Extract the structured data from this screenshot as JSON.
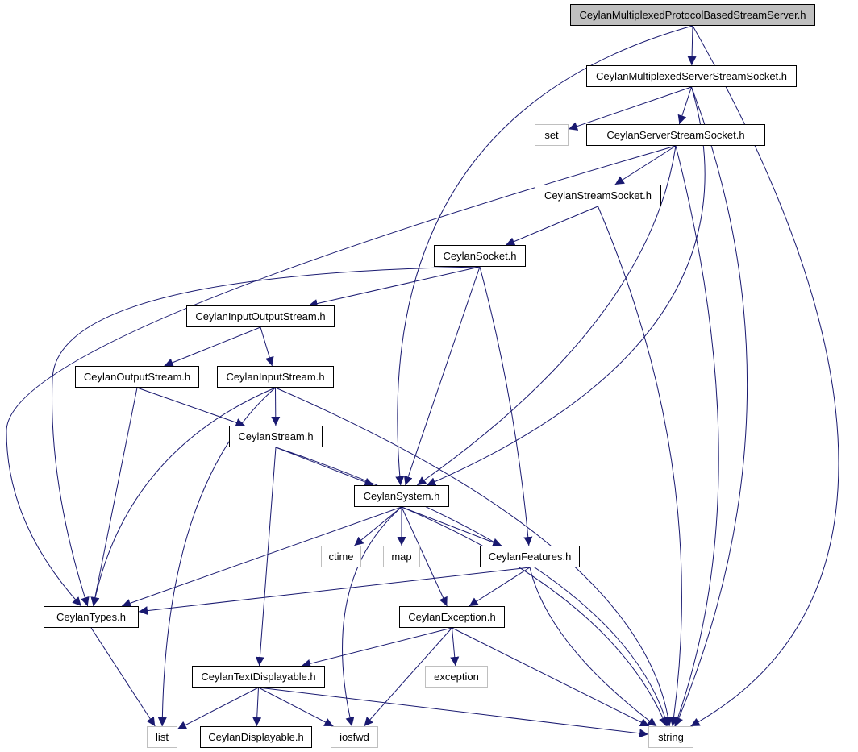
{
  "graph": {
    "nodes": [
      {
        "id": "root",
        "label": "CeylanMultiplexedProtocolBasedStreamServer.h",
        "kind": "root"
      },
      {
        "id": "msss",
        "label": "CeylanMultiplexedServerStreamSocket.h",
        "kind": "file"
      },
      {
        "id": "set",
        "label": "set",
        "kind": "system"
      },
      {
        "id": "sss",
        "label": "CeylanServerStreamSocket.h",
        "kind": "file"
      },
      {
        "id": "ss",
        "label": "CeylanStreamSocket.h",
        "kind": "file"
      },
      {
        "id": "sock",
        "label": "CeylanSocket.h",
        "kind": "file"
      },
      {
        "id": "ios",
        "label": "CeylanInputOutputStream.h",
        "kind": "file"
      },
      {
        "id": "os",
        "label": "CeylanOutputStream.h",
        "kind": "file"
      },
      {
        "id": "is",
        "label": "CeylanInputStream.h",
        "kind": "file"
      },
      {
        "id": "stream",
        "label": "CeylanStream.h",
        "kind": "file"
      },
      {
        "id": "system",
        "label": "CeylanSystem.h",
        "kind": "file"
      },
      {
        "id": "ctime",
        "label": "ctime",
        "kind": "system"
      },
      {
        "id": "map",
        "label": "map",
        "kind": "system"
      },
      {
        "id": "features",
        "label": "CeylanFeatures.h",
        "kind": "file"
      },
      {
        "id": "types",
        "label": "CeylanTypes.h",
        "kind": "file"
      },
      {
        "id": "exception",
        "label": "CeylanException.h",
        "kind": "file"
      },
      {
        "id": "stdexc",
        "label": "exception",
        "kind": "system"
      },
      {
        "id": "textdisp",
        "label": "CeylanTextDisplayable.h",
        "kind": "file"
      },
      {
        "id": "list",
        "label": "list",
        "kind": "system"
      },
      {
        "id": "disp",
        "label": "CeylanDisplayable.h",
        "kind": "file"
      },
      {
        "id": "iosfwd",
        "label": "iosfwd",
        "kind": "system"
      },
      {
        "id": "string",
        "label": "string",
        "kind": "system"
      }
    ],
    "edges": [
      [
        "root",
        "msss"
      ],
      [
        "root",
        "system"
      ],
      [
        "root",
        "string"
      ],
      [
        "msss",
        "set"
      ],
      [
        "msss",
        "sss"
      ],
      [
        "msss",
        "system"
      ],
      [
        "msss",
        "string"
      ],
      [
        "sss",
        "ss"
      ],
      [
        "sss",
        "types"
      ],
      [
        "sss",
        "system"
      ],
      [
        "sss",
        "string"
      ],
      [
        "ss",
        "sock"
      ],
      [
        "ss",
        "string"
      ],
      [
        "sock",
        "ios"
      ],
      [
        "sock",
        "types"
      ],
      [
        "sock",
        "system"
      ],
      [
        "sock",
        "features"
      ],
      [
        "ios",
        "os"
      ],
      [
        "ios",
        "is"
      ],
      [
        "os",
        "stream"
      ],
      [
        "os",
        "types"
      ],
      [
        "is",
        "stream"
      ],
      [
        "is",
        "types"
      ],
      [
        "is",
        "list"
      ],
      [
        "is",
        "string"
      ],
      [
        "stream",
        "system"
      ],
      [
        "stream",
        "textdisp"
      ],
      [
        "stream",
        "string"
      ],
      [
        "system",
        "ctime"
      ],
      [
        "system",
        "map"
      ],
      [
        "system",
        "features"
      ],
      [
        "system",
        "exception"
      ],
      [
        "system",
        "types"
      ],
      [
        "system",
        "iosfwd"
      ],
      [
        "system",
        "string"
      ],
      [
        "features",
        "types"
      ],
      [
        "features",
        "exception"
      ],
      [
        "features",
        "string"
      ],
      [
        "types",
        "list"
      ],
      [
        "exception",
        "stdexc"
      ],
      [
        "exception",
        "textdisp"
      ],
      [
        "exception",
        "iosfwd"
      ],
      [
        "exception",
        "string"
      ],
      [
        "textdisp",
        "list"
      ],
      [
        "textdisp",
        "disp"
      ],
      [
        "textdisp",
        "iosfwd"
      ],
      [
        "textdisp",
        "string"
      ]
    ],
    "colors": {
      "edge": "#191970",
      "root_fill": "#bfbfbf",
      "file_border": "#000000",
      "system_border": "#bfbfbf"
    }
  }
}
